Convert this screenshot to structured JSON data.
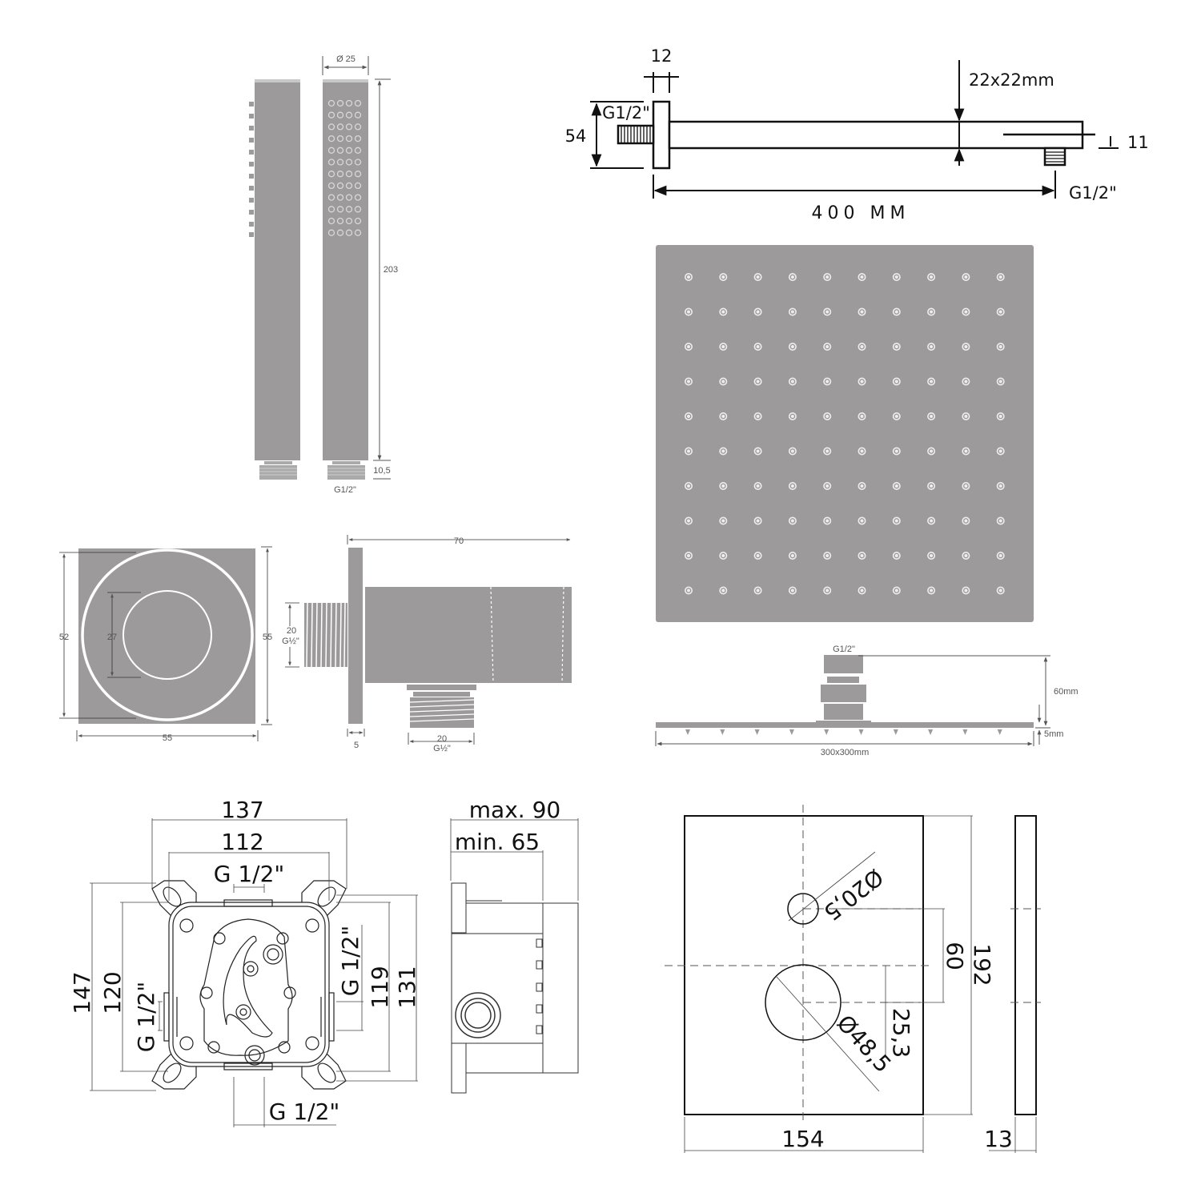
{
  "colors": {
    "metal_fill": "#9c9a9b",
    "metal_dark": "#8e8c8d",
    "line": "#111111",
    "thin_line": "#555555",
    "background": "#ffffff"
  },
  "hand_shower": {
    "diameter_label": "Ø 25",
    "length_label": "203",
    "thread_height_label": "10,5",
    "thread_label": "G1/2\""
  },
  "shower_arm": {
    "flange_width_label": "12",
    "flange_height_label": "54",
    "inlet_thread_label": "G1/2\"",
    "tube_section_label": "22x22mm",
    "outlet_offset_label": "11",
    "outlet_thread_label": "G1/2\"",
    "length_label": "400 MM"
  },
  "wall_outlet_front": {
    "inner_diameter_label": "27",
    "outer_diameter_label": "52",
    "height_label": "55",
    "width_label": "55"
  },
  "wall_outlet_side": {
    "length_label": "70",
    "inlet_size_label": "20",
    "inlet_thread_label": "G½\"",
    "plate_thickness_label": "5",
    "outlet_size_label": "20",
    "outlet_thread_label": "G½\""
  },
  "rain_shower_head": {
    "nozzle_rows": 10,
    "nozzle_cols": 10,
    "thread_label": "G1/2\"",
    "height_label": "60mm",
    "plate_thickness_label": "5mm",
    "size_label": "300x300mm"
  },
  "mixer_box_front": {
    "outer_width_label": "137",
    "inner_width_label": "112",
    "top_thread_label": "G 1/2\"",
    "outer_height_label": "147",
    "inner_height_label": "120",
    "left_thread_label": "G 1/2\"",
    "right_thread_label": "G 1/2\"",
    "right_inner_label": "119",
    "right_outer_label": "131",
    "bottom_thread_label": "G 1/2\""
  },
  "mixer_box_side": {
    "max_depth_label": "max. 90",
    "min_depth_label": "min. 65"
  },
  "cover_plate": {
    "small_hole_label": "Ø20,5",
    "large_hole_label": "Ø48,5",
    "hole_spacing_label": "60",
    "offset_label": "25,3",
    "height_label": "192",
    "width_label": "154",
    "thickness_label": "13"
  }
}
